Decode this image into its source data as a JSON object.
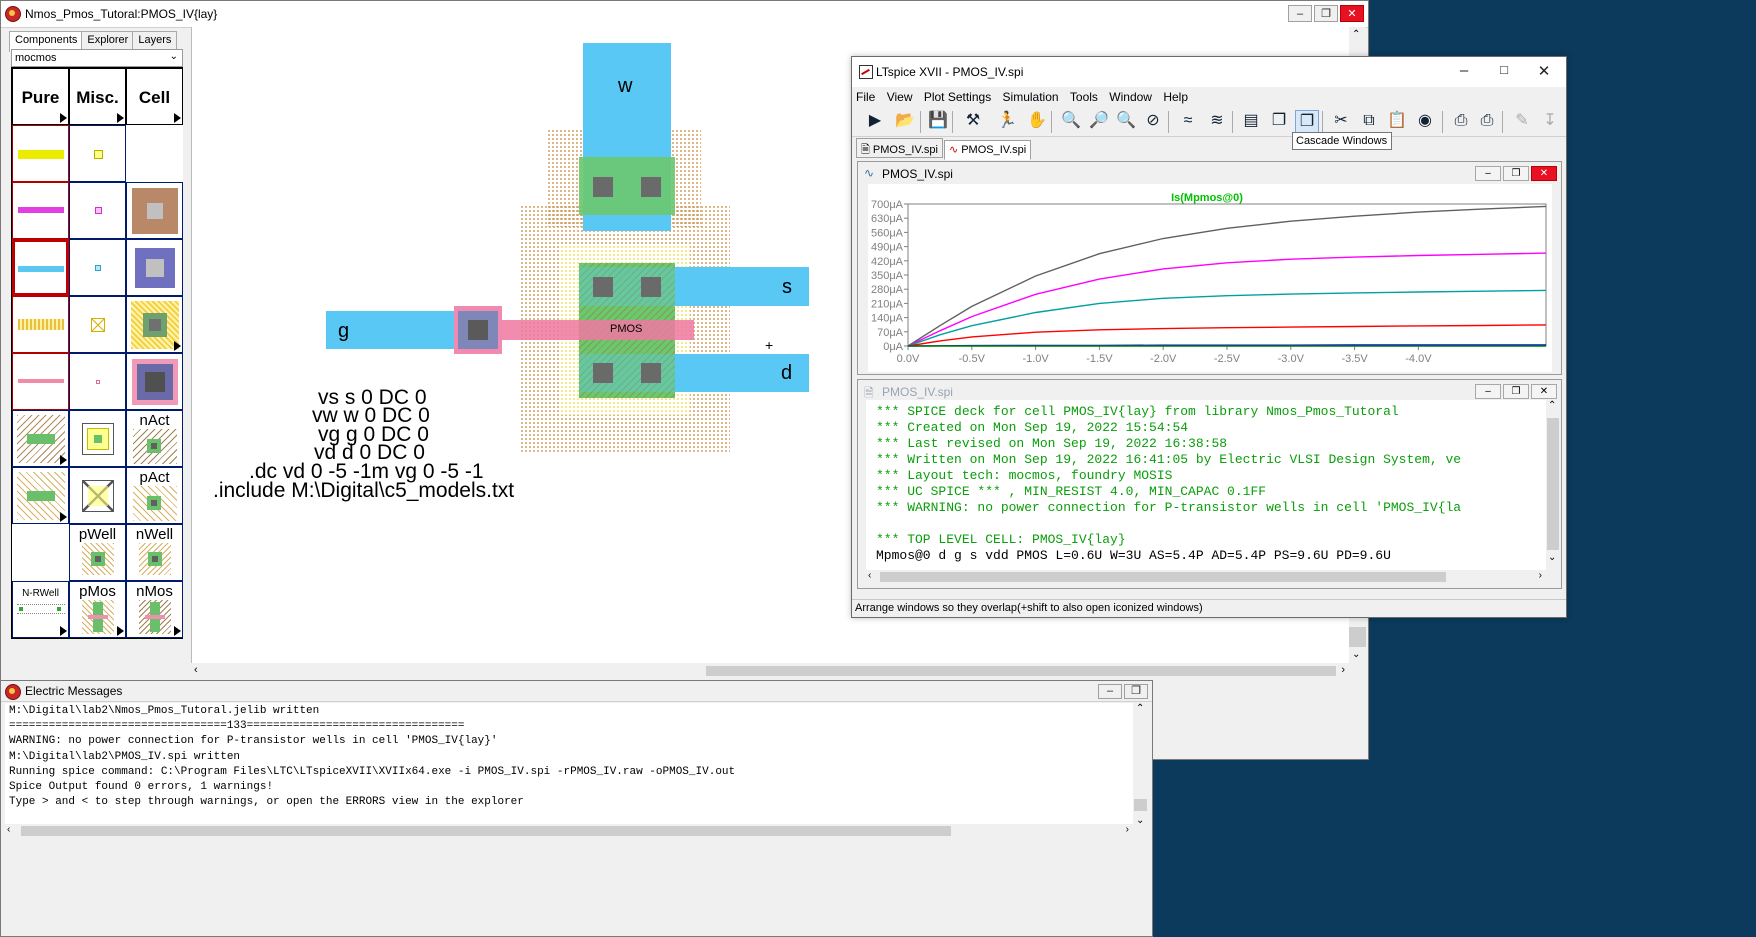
{
  "electric": {
    "title": "Nmos_Pmos_Tutoral:PMOS_IV{lay}",
    "tabs": [
      "Components",
      "Explorer",
      "Layers"
    ],
    "technology": "mocmos",
    "palette_headers": [
      "Pure",
      "Misc.",
      "Cell"
    ],
    "palette_labels": {
      "nact": "nAct",
      "pact": "pAct",
      "pwell": "pWell",
      "nwell": "nWell",
      "nrwell": "N-RWell",
      "pmos": "pMos",
      "nmos": "nMos"
    },
    "canvas": {
      "port_w": "w",
      "port_s": "s",
      "port_g": "g",
      "port_d": "d",
      "transistor_label": "PMOS",
      "spice_lines": [
        "vs s 0 DC 0",
        "vw w 0 DC 0",
        "vg g 0 DC 0",
        "vd d 0 DC 0",
        ".dc vd 0 -5 -1m vg 0 -5 -1",
        ".include M:\\Digital\\c5_models.txt"
      ]
    }
  },
  "messages": {
    "title": "Electric Messages",
    "lines": [
      "M:\\Digital\\lab2\\Nmos_Pmos_Tutoral.jelib written",
      "=================================133=================================",
      "WARNING: no power connection for P-transistor wells in cell 'PMOS_IV{lay}'",
      "M:\\Digital\\lab2\\PMOS_IV.spi written",
      "Running spice command: C:\\Program Files\\LTC\\LTspiceXVII\\XVIIx64.exe -i PMOS_IV.spi -rPMOS_IV.raw -oPMOS_IV.out",
      "Spice Output found 0 errors, 1 warnings!",
      "Type > and < to step through warnings, or open the ERRORS view in the explorer"
    ]
  },
  "ltspice": {
    "title": "LTspice XVII - PMOS_IV.spi",
    "menu": [
      "File",
      "View",
      "Plot Settings",
      "Simulation",
      "Tools",
      "Window",
      "Help"
    ],
    "tooltip": "Cascade Windows",
    "doc_tabs": [
      "PMOS_IV.spi",
      "PMOS_IV.spi"
    ],
    "plot_window_title": "PMOS_IV.spi",
    "text_window_title": "PMOS_IV.spi",
    "status": "Arrange windows so they overlap(+shift to also open iconized windows)",
    "spice_deck": [
      "*** SPICE deck for cell PMOS_IV{lay} from library Nmos_Pmos_Tutoral",
      "*** Created on Mon Sep 19, 2022 15:54:54",
      "*** Last revised on Mon Sep 19, 2022 16:38:58",
      "*** Written on Mon Sep 19, 2022 16:41:05 by Electric VLSI Design System, ve",
      "*** Layout tech: mocmos, foundry MOSIS",
      "*** UC SPICE *** , MIN_RESIST 4.0, MIN_CAPAC 0.1FF",
      "*** WARNING: no power connection for P-transistor wells in cell 'PMOS_IV{la",
      "",
      "*** TOP LEVEL CELL: PMOS_IV{lay}",
      "Mpmos@0 d g s vdd PMOS L=0.6U W=3U AS=5.4P AD=5.4P PS=9.6U PD=9.6U"
    ]
  },
  "chart_data": {
    "type": "line",
    "title": "Is(Mpmos@0)",
    "xlabel": "",
    "ylabel": "",
    "x_ticks": [
      "0.0V",
      "-0.5V",
      "-1.0V",
      "-1.5V",
      "-2.0V",
      "-2.5V",
      "-3.0V",
      "-3.5V",
      "-4.0V"
    ],
    "y_ticks": [
      "0μA",
      "70μA",
      "140μA",
      "210μA",
      "280μA",
      "350μA",
      "420μA",
      "490μA",
      "560μA",
      "630μA",
      "700μA"
    ],
    "xlim": [
      0,
      -5
    ],
    "ylim": [
      0,
      700
    ],
    "x": [
      0,
      -0.25,
      -0.5,
      -1.0,
      -1.5,
      -2.0,
      -2.5,
      -3.0,
      -3.5,
      -4.0,
      -4.5,
      -5.0
    ],
    "series": [
      {
        "color": "#606060",
        "values": [
          0,
          100,
          195,
          345,
          455,
          530,
          580,
          615,
          640,
          660,
          675,
          688
        ]
      },
      {
        "color": "#ff00ff",
        "values": [
          0,
          75,
          145,
          255,
          330,
          380,
          410,
          428,
          438,
          446,
          452,
          458
        ]
      },
      {
        "color": "#00a0a0",
        "values": [
          0,
          55,
          100,
          165,
          210,
          235,
          248,
          256,
          262,
          266,
          270,
          274
        ]
      },
      {
        "color": "#ff0000",
        "values": [
          0,
          25,
          45,
          68,
          80,
          86,
          90,
          93,
          96,
          99,
          101,
          104
        ]
      },
      {
        "color": "#0000ff",
        "values": [
          0,
          1,
          2,
          3,
          3,
          4,
          4,
          4,
          5,
          5,
          5,
          5
        ]
      },
      {
        "color": "#008000",
        "values": [
          0,
          0,
          0,
          0,
          0,
          0,
          0,
          0,
          0,
          0,
          0,
          0
        ]
      }
    ],
    "title_color": "#00c000"
  }
}
